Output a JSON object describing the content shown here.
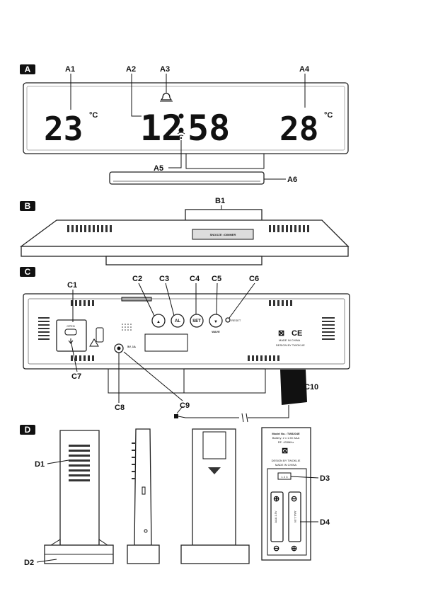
{
  "sections": {
    "a": "A",
    "b": "B",
    "c": "C",
    "d": "D"
  },
  "display": {
    "temp_left": "23",
    "time_hour": "12",
    "time_min": "58",
    "temp_right": "28",
    "unit_left": "°C",
    "unit_right": "°C"
  },
  "labels": {
    "a1": "A1",
    "a2": "A2",
    "a3": "A3",
    "a4": "A4",
    "a5": "A5",
    "a6": "A6",
    "b1": "B1",
    "c1": "C1",
    "c2": "C2",
    "c3": "C3",
    "c4": "C4",
    "c5": "C5",
    "c6": "C6",
    "c7": "C7",
    "c8": "C8",
    "c9": "C9",
    "c10": "C10",
    "d1": "D1",
    "d2": "D2",
    "d3": "D3",
    "d4": "D4"
  },
  "buttons": {
    "up": "▲",
    "al": "AL",
    "set": "SET",
    "down": "▼",
    "wave": "WAVE",
    "reset": "RESET"
  },
  "top_button": "SNOOZE • DIMMER",
  "power_label": "5V, 1A",
  "back_text": {
    "made_in": "MADE IN CHINA",
    "design": "DESIGN BY TWOKLIE"
  },
  "sensor_label": {
    "model": "Model No.: TW8204E",
    "battery": "Battery: 2 x 1.5V AAA",
    "freq": "RF: 433MHz",
    "design": "DESIGN BY TWOKLIE",
    "made": "MADE IN CHINA",
    "channel": "1 2 3"
  },
  "battery_text": "AAA 1.5V"
}
